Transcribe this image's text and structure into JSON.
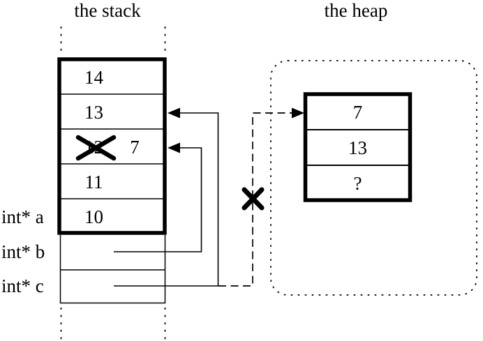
{
  "titles": {
    "stack": "the stack",
    "heap": "the heap"
  },
  "colors": {
    "ink": "#000000",
    "background": "#ffffff"
  },
  "stack": {
    "cells": [
      {
        "value": "14",
        "crossed_out": false
      },
      {
        "value": "13",
        "crossed_out": false
      },
      {
        "value": "12",
        "crossed_out": true,
        "replacement": "7"
      },
      {
        "value": "11",
        "crossed_out": false
      },
      {
        "value": "10",
        "crossed_out": false
      }
    ],
    "pointer_labels": [
      {
        "text": "int* a"
      },
      {
        "text": "int* b"
      },
      {
        "text": "int* c"
      }
    ]
  },
  "heap": {
    "cells": [
      {
        "value": "7"
      },
      {
        "value": "13"
      },
      {
        "value": "?"
      }
    ]
  }
}
